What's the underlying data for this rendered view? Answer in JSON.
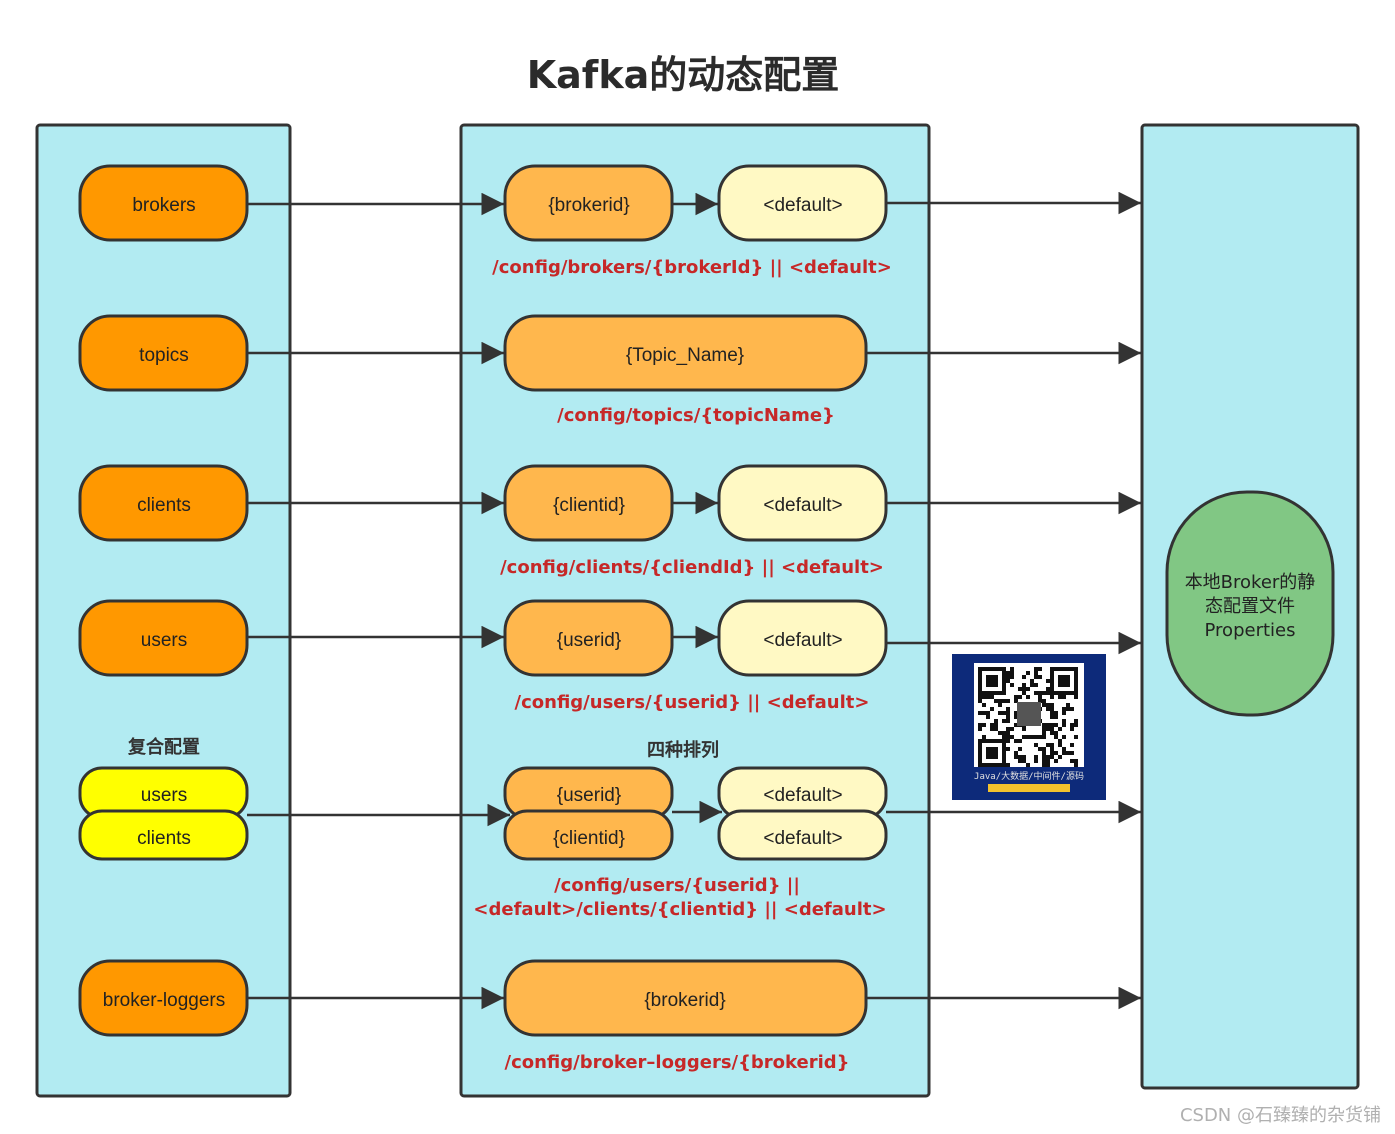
{
  "title": "Kafka的动态配置",
  "left": {
    "brokers": "brokers",
    "topics": "topics",
    "clients": "clients",
    "users": "users",
    "composite_heading": "复合配置",
    "composite_users": "users",
    "composite_clients": "clients",
    "broker_loggers": "broker-loggers"
  },
  "middle": {
    "brokerid": "{brokerid}",
    "default_1": "<default>",
    "path_brokers": "/config/brokers/{brokerId} || <default>",
    "topic_name": "{Topic_Name}",
    "path_topics": "/config/topics/{topicName}",
    "clientid": "{clientid}",
    "default_2": "<default>",
    "path_clients": "/config/clients/{cliendId} || <default>",
    "userid": "{userid}",
    "default_3": "<default>",
    "path_users": "/config/users/{userid} || <default>",
    "four_heading": "四种排列",
    "combo_userid": "{userid}",
    "combo_default_1": "<default>",
    "combo_clientid": "{clientid}",
    "combo_default_2": "<default>",
    "path_combo_line1": "/config/users/{userid} ||",
    "path_combo_line2": "<default>/clients/{clientid} || <default>",
    "logger_brokerid": "{brokerid}",
    "path_loggers": "/config/broker–loggers/{brokerid}"
  },
  "right": {
    "line1": "本地Broker的静",
    "line2": "态配置文件",
    "line3": "Properties"
  },
  "qr_caption_line1": "Java/大数据/中间件/源码",
  "watermark": "CSDN @石臻臻的杂货铺",
  "colors": {
    "panel": "#b2ebf2",
    "source_node": "#ff9800",
    "entity_node": "#ffb74d",
    "default_node": "#fff9c4",
    "composite_node": "#ffff00",
    "local_node": "#81c784",
    "path_text": "#c62828"
  }
}
